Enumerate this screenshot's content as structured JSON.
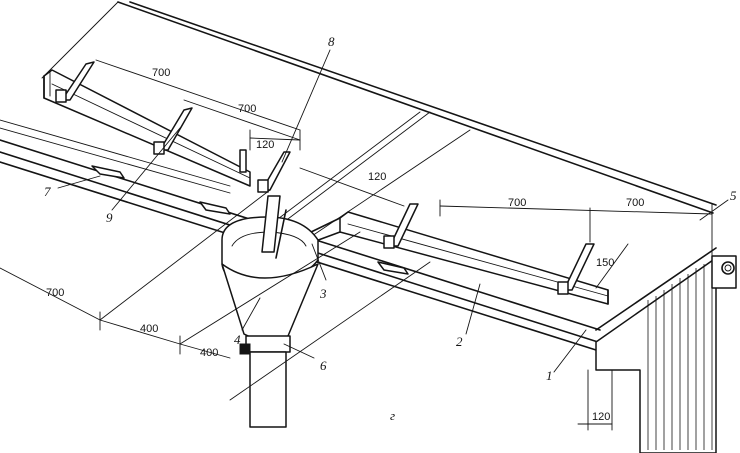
{
  "dimensions": {
    "d700_top_left": "700",
    "d700_top_mid": "700",
    "d120_top": "120",
    "d120_center": "120",
    "d700_right_a": "700",
    "d700_right_b": "700",
    "d150": "150",
    "d700_left_bottom": "700",
    "d400_a": "400",
    "d400_b": "400",
    "d120_bottom": "120"
  },
  "callouts": [
    "1",
    "2",
    "3",
    "4",
    "5",
    "6",
    "7",
    "8",
    "9"
  ],
  "caption": "г"
}
